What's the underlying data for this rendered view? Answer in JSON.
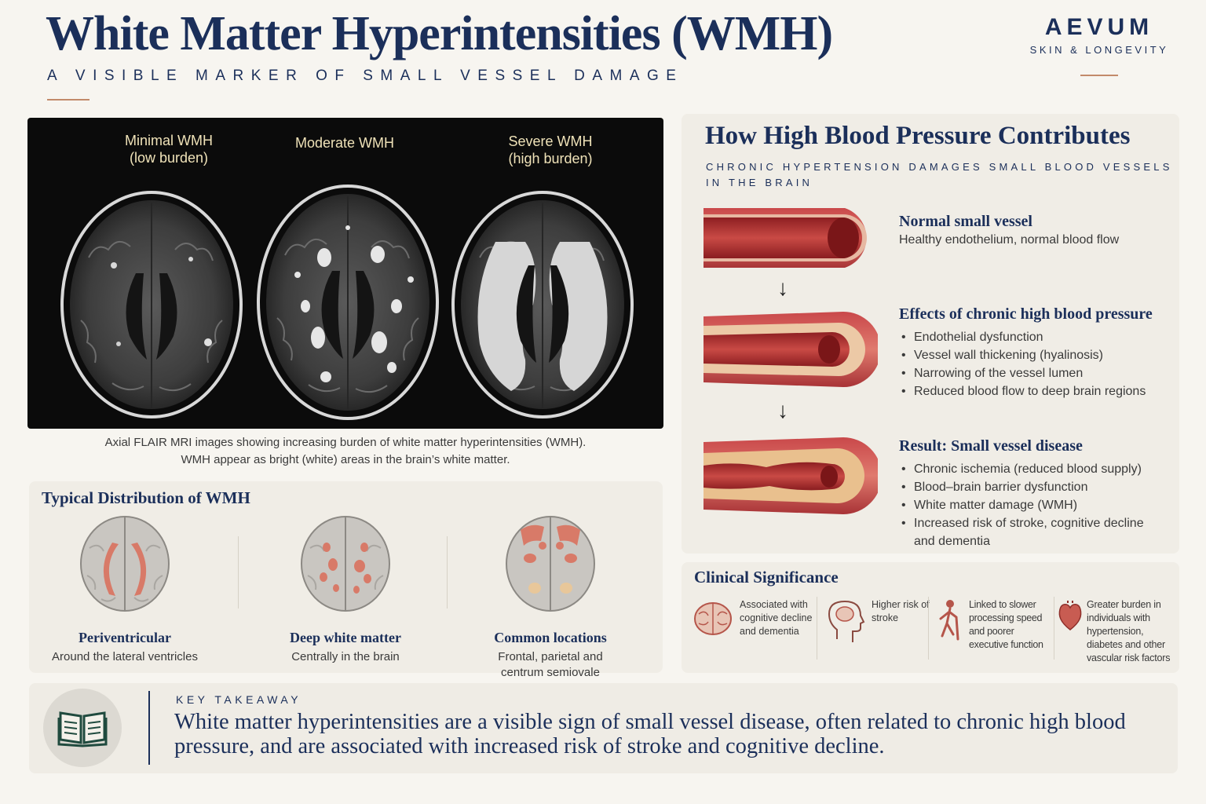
{
  "header": {
    "title": "White Matter Hyperintensities (WMH)",
    "subtitle": "A VISIBLE MARKER OF SMALL VESSEL DAMAGE"
  },
  "brand": {
    "name": "AEVUM",
    "tagline": "SKIN & LONGEVITY"
  },
  "mri": {
    "panels": [
      {
        "label_line1": "Minimal WMH",
        "label_line2": "(low burden)"
      },
      {
        "label_line1": "Moderate WMH",
        "label_line2": ""
      },
      {
        "label_line1": "Severe WMH",
        "label_line2": "(high burden)"
      }
    ],
    "caption_line1": "Axial FLAIR MRI images showing increasing burden of white matter hyperintensities (WMH).",
    "caption_line2": "WMH appear as bright (white) areas in the brain’s white matter."
  },
  "distribution": {
    "title": "Typical Distribution of WMH",
    "items": [
      {
        "name": "Periventricular",
        "desc_line1": "Around the lateral ventricles",
        "desc_line2": ""
      },
      {
        "name": "Deep white matter",
        "desc_line1": "Centrally in the brain",
        "desc_line2": ""
      },
      {
        "name": "Common locations",
        "desc_line1": "Frontal, parietal and",
        "desc_line2": "centrum semiovale"
      }
    ]
  },
  "blood_pressure": {
    "title": "How High Blood Pressure Contributes",
    "subtitle": "CHRONIC HYPERTENSION DAMAGES SMALL BLOOD VESSELS IN THE BRAIN",
    "stages": [
      {
        "title": "Normal small vessel",
        "desc": "Healthy endothelium, normal blood flow",
        "bullets": []
      },
      {
        "title": "Effects of chronic high blood pressure",
        "desc": "",
        "bullets": [
          "Endothelial dysfunction",
          "Vessel wall thickening (hyalinosis)",
          "Narrowing of the vessel lumen",
          "Reduced blood flow to deep brain regions"
        ]
      },
      {
        "title": "Result: Small vessel disease",
        "desc": "",
        "bullets": [
          "Chronic ischemia (reduced blood supply)",
          "Blood–brain barrier dysfunction",
          "White matter damage (WMH)",
          "Increased risk of stroke, cognitive decline and dementia"
        ]
      }
    ],
    "arrow_glyph": "↓"
  },
  "clinical": {
    "title": "Clinical Significance",
    "items": [
      {
        "icon": "brain-icon",
        "text": "Associated with cognitive decline and dementia"
      },
      {
        "icon": "head-profile-icon",
        "text": "Higher risk of stroke"
      },
      {
        "icon": "walking-person-icon",
        "text": "Linked to slower processing speed and poorer executive function"
      },
      {
        "icon": "heart-icon",
        "text": "Greater burden in individuals with hypertension, diabetes and other vascular risk factors"
      }
    ]
  },
  "takeaway": {
    "label": "KEY TAKEAWAY",
    "text": "White matter hyperintensities are a visible sign of small vessel disease, often related to chronic high blood pressure, and are associated with increased risk of stroke and cognitive decline.",
    "icon": "open-book-icon"
  },
  "colors": {
    "navy": "#1b2f5a",
    "accent": "#c28a6a",
    "vessel_red": "#b8393c",
    "background": "#f7f5f0"
  }
}
